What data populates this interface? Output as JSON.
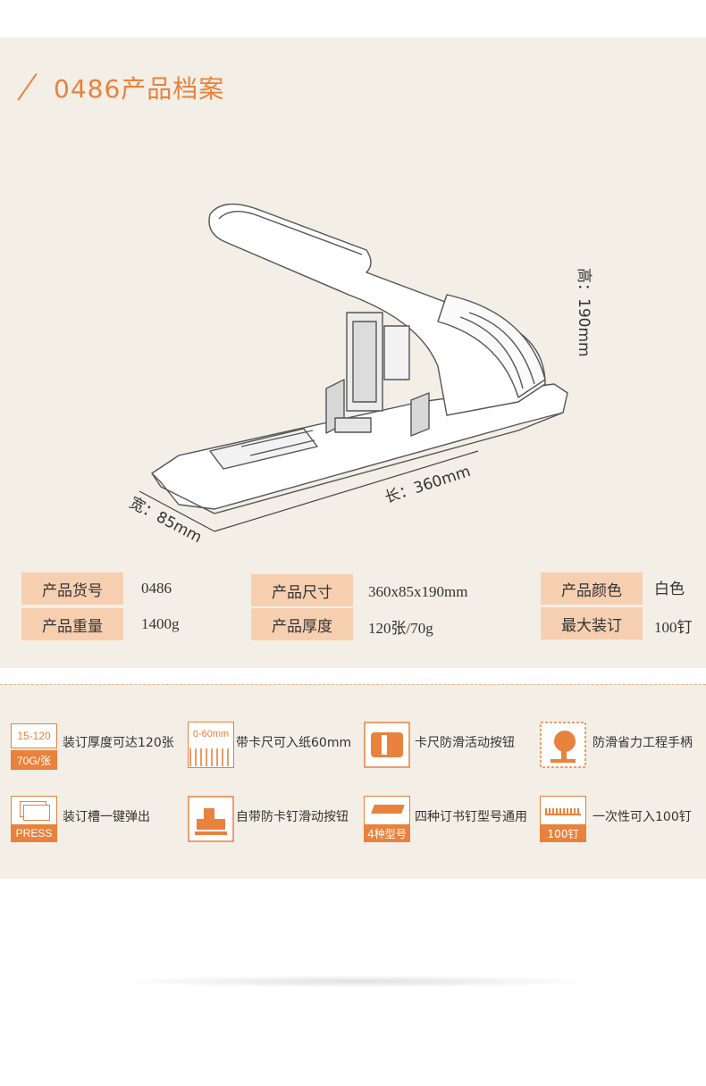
{
  "title": "0486产品档案",
  "dimensions": {
    "height_label": "高：190mm",
    "length_label": "长：360mm",
    "width_label": "宽：85mm"
  },
  "specs": [
    {
      "label": "产品货号",
      "value": "0486"
    },
    {
      "label": "产品重量",
      "value": "1400g"
    },
    {
      "label": "产品尺寸",
      "value": "360x85x190mm"
    },
    {
      "label": "产品厚度",
      "value": "120张/70g"
    },
    {
      "label": "产品颜色",
      "value": "白色"
    },
    {
      "label": "最大装订",
      "value": "100钉"
    }
  ],
  "features": [
    {
      "icon": "thickness-icon",
      "icon_top": "15-120",
      "icon_bottom": "70G/张",
      "text": "装订厚度可达120张"
    },
    {
      "icon": "ruler-icon",
      "icon_top": "0-60mm",
      "text": "带卡尺可入纸60mm"
    },
    {
      "icon": "slider-icon",
      "text": "卡尺防滑活动按钮"
    },
    {
      "icon": "handle-icon",
      "text": "防滑省力工程手柄"
    },
    {
      "icon": "press-icon",
      "icon_bottom": "PRESS",
      "text": "装订槽一键弹出"
    },
    {
      "icon": "stapler-icon",
      "text": "自带防卡钉滑动按钮"
    },
    {
      "icon": "staple-types-icon",
      "icon_bottom": "4种型号",
      "text": "四种订书钉型号通用"
    },
    {
      "icon": "staple-load-icon",
      "icon_bottom": "100钉",
      "text": "一次性可入100钉"
    }
  ],
  "colors": {
    "accent": "#e8823d",
    "label_bg": "#f6cfb1",
    "panel_bg": "#f3eee6"
  }
}
